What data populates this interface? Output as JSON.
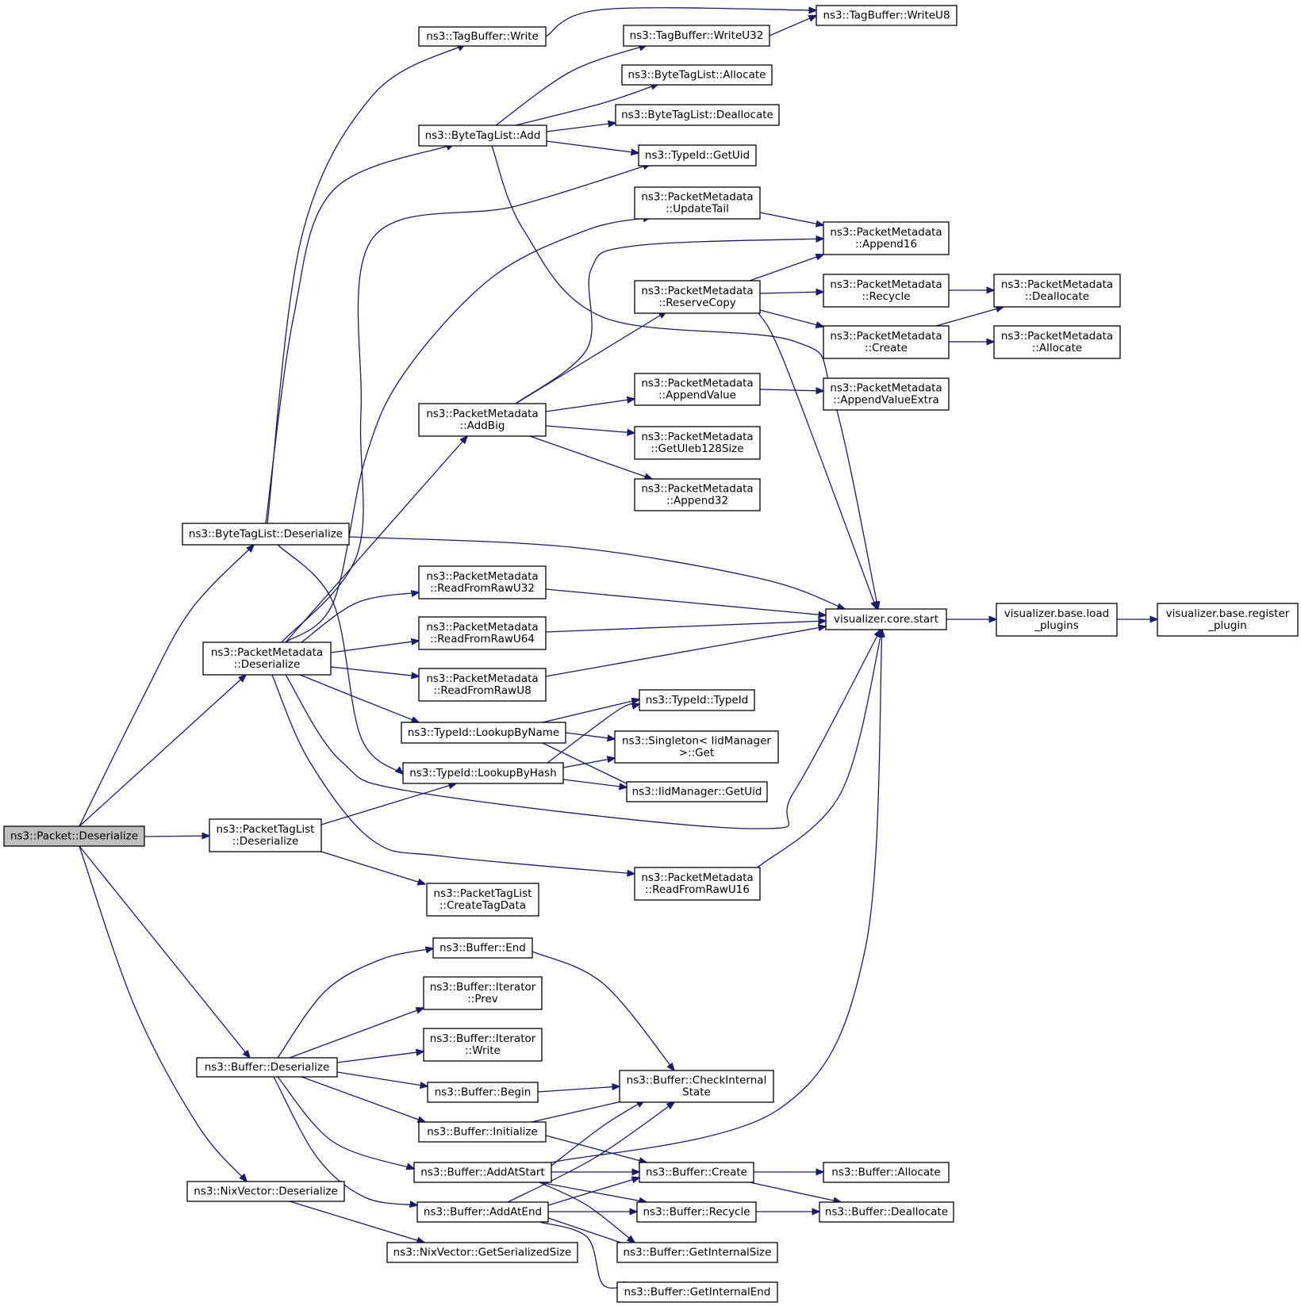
{
  "colors": {
    "edge": "#191970",
    "node_border": "#000000",
    "root_fill": "#bfbfbf",
    "node_fill": "#ffffff"
  },
  "nodes": [
    {
      "id": "root",
      "lines": [
        "ns3::Packet::Deserialize"
      ],
      "root": true
    },
    {
      "id": "btl_deser",
      "lines": [
        "ns3::ByteTagList::Deserialize"
      ]
    },
    {
      "id": "pm_deser",
      "lines": [
        "ns3::PacketMetadata",
        "::Deserialize"
      ]
    },
    {
      "id": "ptl_deser",
      "lines": [
        "ns3::PacketTagList",
        "::Deserialize"
      ]
    },
    {
      "id": "buf_deser",
      "lines": [
        "ns3::Buffer::Deserialize"
      ]
    },
    {
      "id": "nix_deser",
      "lines": [
        "ns3::NixVector::Deserialize"
      ]
    },
    {
      "id": "tb_write",
      "lines": [
        "ns3::TagBuffer::Write"
      ]
    },
    {
      "id": "btl_add",
      "lines": [
        "ns3::ByteTagList::Add"
      ]
    },
    {
      "id": "pm_addbig",
      "lines": [
        "ns3::PacketMetadata",
        "::AddBig"
      ]
    },
    {
      "id": "pm_rru32",
      "lines": [
        "ns3::PacketMetadata",
        "::ReadFromRawU32"
      ]
    },
    {
      "id": "pm_rru64",
      "lines": [
        "ns3::PacketMetadata",
        "::ReadFromRawU64"
      ]
    },
    {
      "id": "pm_rru8",
      "lines": [
        "ns3::PacketMetadata",
        "::ReadFromRawU8"
      ]
    },
    {
      "id": "tid_lbn",
      "lines": [
        "ns3::TypeId::LookupByName"
      ]
    },
    {
      "id": "tid_lbh",
      "lines": [
        "ns3::TypeId::LookupByHash"
      ]
    },
    {
      "id": "ptl_ctd",
      "lines": [
        "ns3::PacketTagList",
        "::CreateTagData"
      ]
    },
    {
      "id": "buf_end",
      "lines": [
        "ns3::Buffer::End"
      ]
    },
    {
      "id": "bi_prev",
      "lines": [
        "ns3::Buffer::Iterator",
        "::Prev"
      ]
    },
    {
      "id": "bi_write",
      "lines": [
        "ns3::Buffer::Iterator",
        "::Write"
      ]
    },
    {
      "id": "buf_begin",
      "lines": [
        "ns3::Buffer::Begin"
      ]
    },
    {
      "id": "buf_init",
      "lines": [
        "ns3::Buffer::Initialize"
      ]
    },
    {
      "id": "buf_aas",
      "lines": [
        "ns3::Buffer::AddAtStart"
      ]
    },
    {
      "id": "buf_aae",
      "lines": [
        "ns3::Buffer::AddAtEnd"
      ]
    },
    {
      "id": "nix_gss",
      "lines": [
        "ns3::NixVector::GetSerializedSize"
      ]
    },
    {
      "id": "tb_wu32",
      "lines": [
        "ns3::TagBuffer::WriteU32"
      ]
    },
    {
      "id": "btl_alloc",
      "lines": [
        "ns3::ByteTagList::Allocate"
      ]
    },
    {
      "id": "btl_dealloc",
      "lines": [
        "ns3::ByteTagList::Deallocate"
      ]
    },
    {
      "id": "tid_getuid",
      "lines": [
        "ns3::TypeId::GetUid"
      ]
    },
    {
      "id": "pm_updtail",
      "lines": [
        "ns3::PacketMetadata",
        "::UpdateTail"
      ]
    },
    {
      "id": "pm_rescopy",
      "lines": [
        "ns3::PacketMetadata",
        "::ReserveCopy"
      ]
    },
    {
      "id": "pm_appval",
      "lines": [
        "ns3::PacketMetadata",
        "::AppendValue"
      ]
    },
    {
      "id": "pm_uleb",
      "lines": [
        "ns3::PacketMetadata",
        "::GetUleb128Size"
      ]
    },
    {
      "id": "pm_app32",
      "lines": [
        "ns3::PacketMetadata",
        "::Append32"
      ]
    },
    {
      "id": "tid_typeid",
      "lines": [
        "ns3::TypeId::TypeId"
      ]
    },
    {
      "id": "singleton",
      "lines": [
        "ns3::Singleton< IidManager",
        ">::Get"
      ]
    },
    {
      "id": "iid_getuid",
      "lines": [
        "ns3::IidManager::GetUid"
      ]
    },
    {
      "id": "pm_rru16",
      "lines": [
        "ns3::PacketMetadata",
        "::ReadFromRawU16"
      ]
    },
    {
      "id": "buf_check",
      "lines": [
        "ns3::Buffer::CheckInternal",
        "State"
      ]
    },
    {
      "id": "buf_create",
      "lines": [
        "ns3::Buffer::Create"
      ]
    },
    {
      "id": "buf_recycle",
      "lines": [
        "ns3::Buffer::Recycle"
      ]
    },
    {
      "id": "buf_gis",
      "lines": [
        "ns3::Buffer::GetInternalSize"
      ]
    },
    {
      "id": "buf_gie",
      "lines": [
        "ns3::Buffer::GetInternalEnd"
      ]
    },
    {
      "id": "tb_wu8",
      "lines": [
        "ns3::TagBuffer::WriteU8"
      ]
    },
    {
      "id": "pm_app16",
      "lines": [
        "ns3::PacketMetadata",
        "::Append16"
      ]
    },
    {
      "id": "pm_recycle",
      "lines": [
        "ns3::PacketMetadata",
        "::Recycle"
      ]
    },
    {
      "id": "pm_create",
      "lines": [
        "ns3::PacketMetadata",
        "::Create"
      ]
    },
    {
      "id": "pm_appvx",
      "lines": [
        "ns3::PacketMetadata",
        "::AppendValueExtra"
      ]
    },
    {
      "id": "viz_start",
      "lines": [
        "visualizer.core.start"
      ]
    },
    {
      "id": "buf_alloc",
      "lines": [
        "ns3::Buffer::Allocate"
      ]
    },
    {
      "id": "buf_dealloc",
      "lines": [
        "ns3::Buffer::Deallocate"
      ]
    },
    {
      "id": "pm_dealloc",
      "lines": [
        "ns3::PacketMetadata",
        "::Deallocate"
      ]
    },
    {
      "id": "pm_alloc",
      "lines": [
        "ns3::PacketMetadata",
        "::Allocate"
      ]
    },
    {
      "id": "viz_load",
      "lines": [
        "visualizer.base.load",
        "_plugins"
      ]
    },
    {
      "id": "viz_reg",
      "lines": [
        "visualizer.base.register",
        "_plugin"
      ]
    }
  ],
  "edges": [
    {
      "from": "root",
      "to": "btl_deser"
    },
    {
      "from": "root",
      "to": "pm_deser"
    },
    {
      "from": "root",
      "to": "ptl_deser"
    },
    {
      "from": "root",
      "to": "buf_deser"
    },
    {
      "from": "root",
      "to": "nix_deser"
    },
    {
      "from": "btl_deser",
      "to": "tb_write"
    },
    {
      "from": "btl_deser",
      "to": "btl_add"
    },
    {
      "from": "btl_deser",
      "to": "tid_lbh"
    },
    {
      "from": "btl_deser",
      "to": "viz_start"
    },
    {
      "from": "pm_deser",
      "to": "tid_getuid"
    },
    {
      "from": "pm_deser",
      "to": "pm_updtail"
    },
    {
      "from": "pm_deser",
      "to": "pm_addbig"
    },
    {
      "from": "pm_deser",
      "to": "pm_rru32"
    },
    {
      "from": "pm_deser",
      "to": "pm_rru64"
    },
    {
      "from": "pm_deser",
      "to": "pm_rru8"
    },
    {
      "from": "pm_deser",
      "to": "tid_lbn"
    },
    {
      "from": "pm_deser",
      "to": "viz_start"
    },
    {
      "from": "pm_deser",
      "to": "pm_rru16"
    },
    {
      "from": "ptl_deser",
      "to": "tid_lbh"
    },
    {
      "from": "ptl_deser",
      "to": "ptl_ctd"
    },
    {
      "from": "buf_deser",
      "to": "buf_end"
    },
    {
      "from": "buf_deser",
      "to": "bi_prev"
    },
    {
      "from": "buf_deser",
      "to": "bi_write"
    },
    {
      "from": "buf_deser",
      "to": "buf_begin"
    },
    {
      "from": "buf_deser",
      "to": "buf_init"
    },
    {
      "from": "buf_deser",
      "to": "buf_aas"
    },
    {
      "from": "buf_deser",
      "to": "buf_aae"
    },
    {
      "from": "nix_deser",
      "to": "nix_gss"
    },
    {
      "from": "tb_write",
      "to": "tb_wu8"
    },
    {
      "from": "btl_add",
      "to": "tb_wu32"
    },
    {
      "from": "btl_add",
      "to": "btl_alloc"
    },
    {
      "from": "btl_add",
      "to": "btl_dealloc"
    },
    {
      "from": "btl_add",
      "to": "tid_getuid"
    },
    {
      "from": "btl_add",
      "to": "viz_start"
    },
    {
      "from": "tb_wu32",
      "to": "tb_wu8"
    },
    {
      "from": "pm_updtail",
      "to": "pm_app16"
    },
    {
      "from": "pm_addbig",
      "to": "pm_app16"
    },
    {
      "from": "pm_addbig",
      "to": "pm_rescopy"
    },
    {
      "from": "pm_addbig",
      "to": "pm_appval"
    },
    {
      "from": "pm_addbig",
      "to": "pm_uleb"
    },
    {
      "from": "pm_addbig",
      "to": "pm_app32"
    },
    {
      "from": "pm_rescopy",
      "to": "pm_app16"
    },
    {
      "from": "pm_rescopy",
      "to": "pm_recycle"
    },
    {
      "from": "pm_rescopy",
      "to": "pm_create"
    },
    {
      "from": "pm_rescopy",
      "to": "viz_start"
    },
    {
      "from": "pm_recycle",
      "to": "pm_dealloc"
    },
    {
      "from": "pm_create",
      "to": "pm_dealloc"
    },
    {
      "from": "pm_create",
      "to": "pm_alloc"
    },
    {
      "from": "pm_appval",
      "to": "pm_appvx"
    },
    {
      "from": "pm_rru32",
      "to": "viz_start"
    },
    {
      "from": "pm_rru64",
      "to": "viz_start"
    },
    {
      "from": "pm_rru8",
      "to": "viz_start"
    },
    {
      "from": "tid_lbn",
      "to": "tid_typeid"
    },
    {
      "from": "tid_lbn",
      "to": "singleton"
    },
    {
      "from": "tid_lbn",
      "to": "iid_getuid"
    },
    {
      "from": "tid_lbh",
      "to": "tid_typeid"
    },
    {
      "from": "tid_lbh",
      "to": "singleton"
    },
    {
      "from": "tid_lbh",
      "to": "iid_getuid"
    },
    {
      "from": "pm_rru16",
      "to": "viz_start"
    },
    {
      "from": "viz_start",
      "to": "viz_load"
    },
    {
      "from": "viz_load",
      "to": "viz_reg"
    },
    {
      "from": "buf_end",
      "to": "buf_check"
    },
    {
      "from": "buf_begin",
      "to": "buf_check"
    },
    {
      "from": "buf_init",
      "to": "buf_check"
    },
    {
      "from": "buf_init",
      "to": "buf_create"
    },
    {
      "from": "buf_aas",
      "to": "buf_check"
    },
    {
      "from": "buf_aas",
      "to": "viz_start"
    },
    {
      "from": "buf_aas",
      "to": "buf_create"
    },
    {
      "from": "buf_aas",
      "to": "buf_recycle"
    },
    {
      "from": "buf_aas",
      "to": "buf_gis"
    },
    {
      "from": "buf_aae",
      "to": "buf_check"
    },
    {
      "from": "buf_aae",
      "to": "buf_create"
    },
    {
      "from": "buf_aae",
      "to": "buf_recycle"
    },
    {
      "from": "buf_aae",
      "to": "buf_gis"
    },
    {
      "from": "buf_aae",
      "to": "buf_gie"
    },
    {
      "from": "buf_create",
      "to": "buf_alloc"
    },
    {
      "from": "buf_create",
      "to": "buf_dealloc"
    },
    {
      "from": "buf_recycle",
      "to": "buf_dealloc"
    }
  ]
}
